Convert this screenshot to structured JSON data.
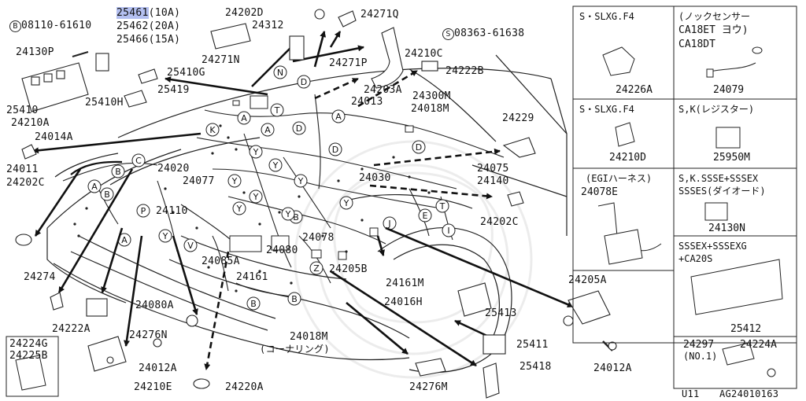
{
  "main_labels": {
    "p25461": "25461",
    "p25461_note": "(10A)",
    "p25462": "25462(20A)",
    "p25466": "25466(15A)",
    "bolt_b": "08110-61610",
    "p24130P": "24130P",
    "p25410": "25410",
    "p24210A": "24210A",
    "p24014A": "24014A",
    "p24011": "24011",
    "p24202C_left": "24202C",
    "p24274": "24274",
    "p24222A": "24222A",
    "p24224G": "24224G",
    "p24225B": "24225B",
    "p25410H": "25410H",
    "p25419": "25419",
    "p25410G": "25410G",
    "p24271N": "24271N",
    "p24202D": "24202D",
    "p24312": "24312",
    "p24271Q": "24271Q",
    "screw_s": "08363-61638",
    "p24210C": "24210C",
    "p24271P": "24271P",
    "p24222B": "24222B",
    "p24203A": "24203A",
    "p24013": "24013",
    "p24300M": "24300M",
    "p24018M_top": "24018M",
    "p24229": "24229",
    "p24075": "24075",
    "p24140": "24140",
    "p24030": "24030",
    "p24202C_right": "24202C",
    "p24020": "24020",
    "p24077": "24077",
    "p24110": "24110",
    "p24078": "24078",
    "p24080": "24080",
    "p24085A": "24085A",
    "p24161": "24161",
    "p24205B": "24205B",
    "p24161M": "24161M",
    "p24016H": "24016H",
    "p24080A": "24080A",
    "p24276N": "24276N",
    "p24012A_left": "24012A",
    "p24210E": "24210E",
    "p24220A": "24220A",
    "p24018M_bottom": "24018M",
    "p24018M_note": "(コーナリング)",
    "p24276M": "24276M",
    "p25413": "25413",
    "p25411": "25411",
    "p25418": "25418",
    "p24205A": "24205A",
    "p24012A_right": "24012A"
  },
  "panels": {
    "slxg1_title": "S・SLXG.F4",
    "slxg1_part": "24226A",
    "knock_title1": "(ノックセンサー",
    "knock_title2": "CA18ET   ヨウ)",
    "knock_title3": "CA18DT",
    "knock_part": "24079",
    "slxg2_title": "S・SLXG.F4",
    "slxg2_part": "24210D",
    "reg_title": "S,K(レジスター)",
    "reg_part": "25950M",
    "egi_title": "(EGIハーネス)",
    "egi_part": "24078E",
    "sssex_title1": "S,K.SSSE+SSSEX",
    "sssex_title2": "SSSES(ダイオード)",
    "sssex_part": "24130N",
    "ca20s_title1": "SSSEX+SSSEXG",
    "ca20s_title2": "+CA20S",
    "ca20s_part": "25412",
    "no1_part1": "24297",
    "no1_part2": "24224A",
    "no1_note": "(NO.1)"
  },
  "circle_letters": [
    "N",
    "D",
    "K",
    "A",
    "A",
    "D",
    "T",
    "A",
    "D",
    "C",
    "B",
    "Y",
    "Y",
    "Y",
    "B",
    "A",
    "Y",
    "Y",
    "B",
    "Y",
    "P",
    "Y",
    "V",
    "A",
    "B",
    "B",
    "E",
    "T",
    "I",
    "J",
    "Z",
    "D",
    "Y",
    "Y"
  ],
  "callouts": {
    "b_mark": "B",
    "s_mark": "S"
  },
  "footer": {
    "page": "U11",
    "code": "AG24010163"
  }
}
